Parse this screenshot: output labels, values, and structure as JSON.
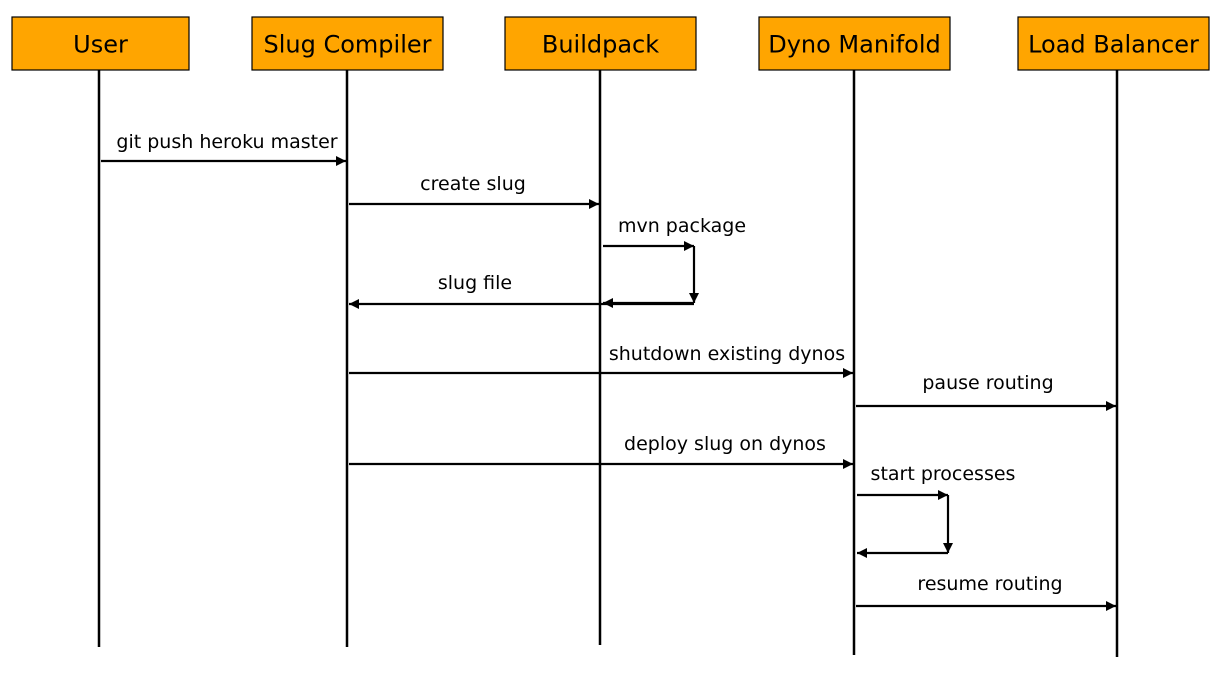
{
  "diagram": {
    "type": "sequence",
    "colors": {
      "actor_fill": "#FFA500",
      "line": "#000000",
      "background": "#FFFFFF"
    },
    "actors": [
      {
        "id": "user",
        "label": "User"
      },
      {
        "id": "slug_compiler",
        "label": "Slug Compiler"
      },
      {
        "id": "buildpack",
        "label": "Buildpack"
      },
      {
        "id": "dyno_manifold",
        "label": "Dyno Manifold"
      },
      {
        "id": "load_balancer",
        "label": "Load Balancer"
      }
    ],
    "messages": [
      {
        "from": "user",
        "to": "slug_compiler",
        "label": "git push heroku master"
      },
      {
        "from": "slug_compiler",
        "to": "buildpack",
        "label": "create slug"
      },
      {
        "from": "buildpack",
        "to": "buildpack",
        "label": "mvn package"
      },
      {
        "from": "buildpack",
        "to": "slug_compiler",
        "label": "slug file"
      },
      {
        "from": "slug_compiler",
        "to": "dyno_manifold",
        "label": "shutdown existing dynos"
      },
      {
        "from": "dyno_manifold",
        "to": "load_balancer",
        "label": "pause routing"
      },
      {
        "from": "slug_compiler",
        "to": "dyno_manifold",
        "label": "deploy slug on dynos"
      },
      {
        "from": "dyno_manifold",
        "to": "dyno_manifold",
        "label": "start processes"
      },
      {
        "from": "dyno_manifold",
        "to": "load_balancer",
        "label": "resume routing"
      }
    ]
  }
}
